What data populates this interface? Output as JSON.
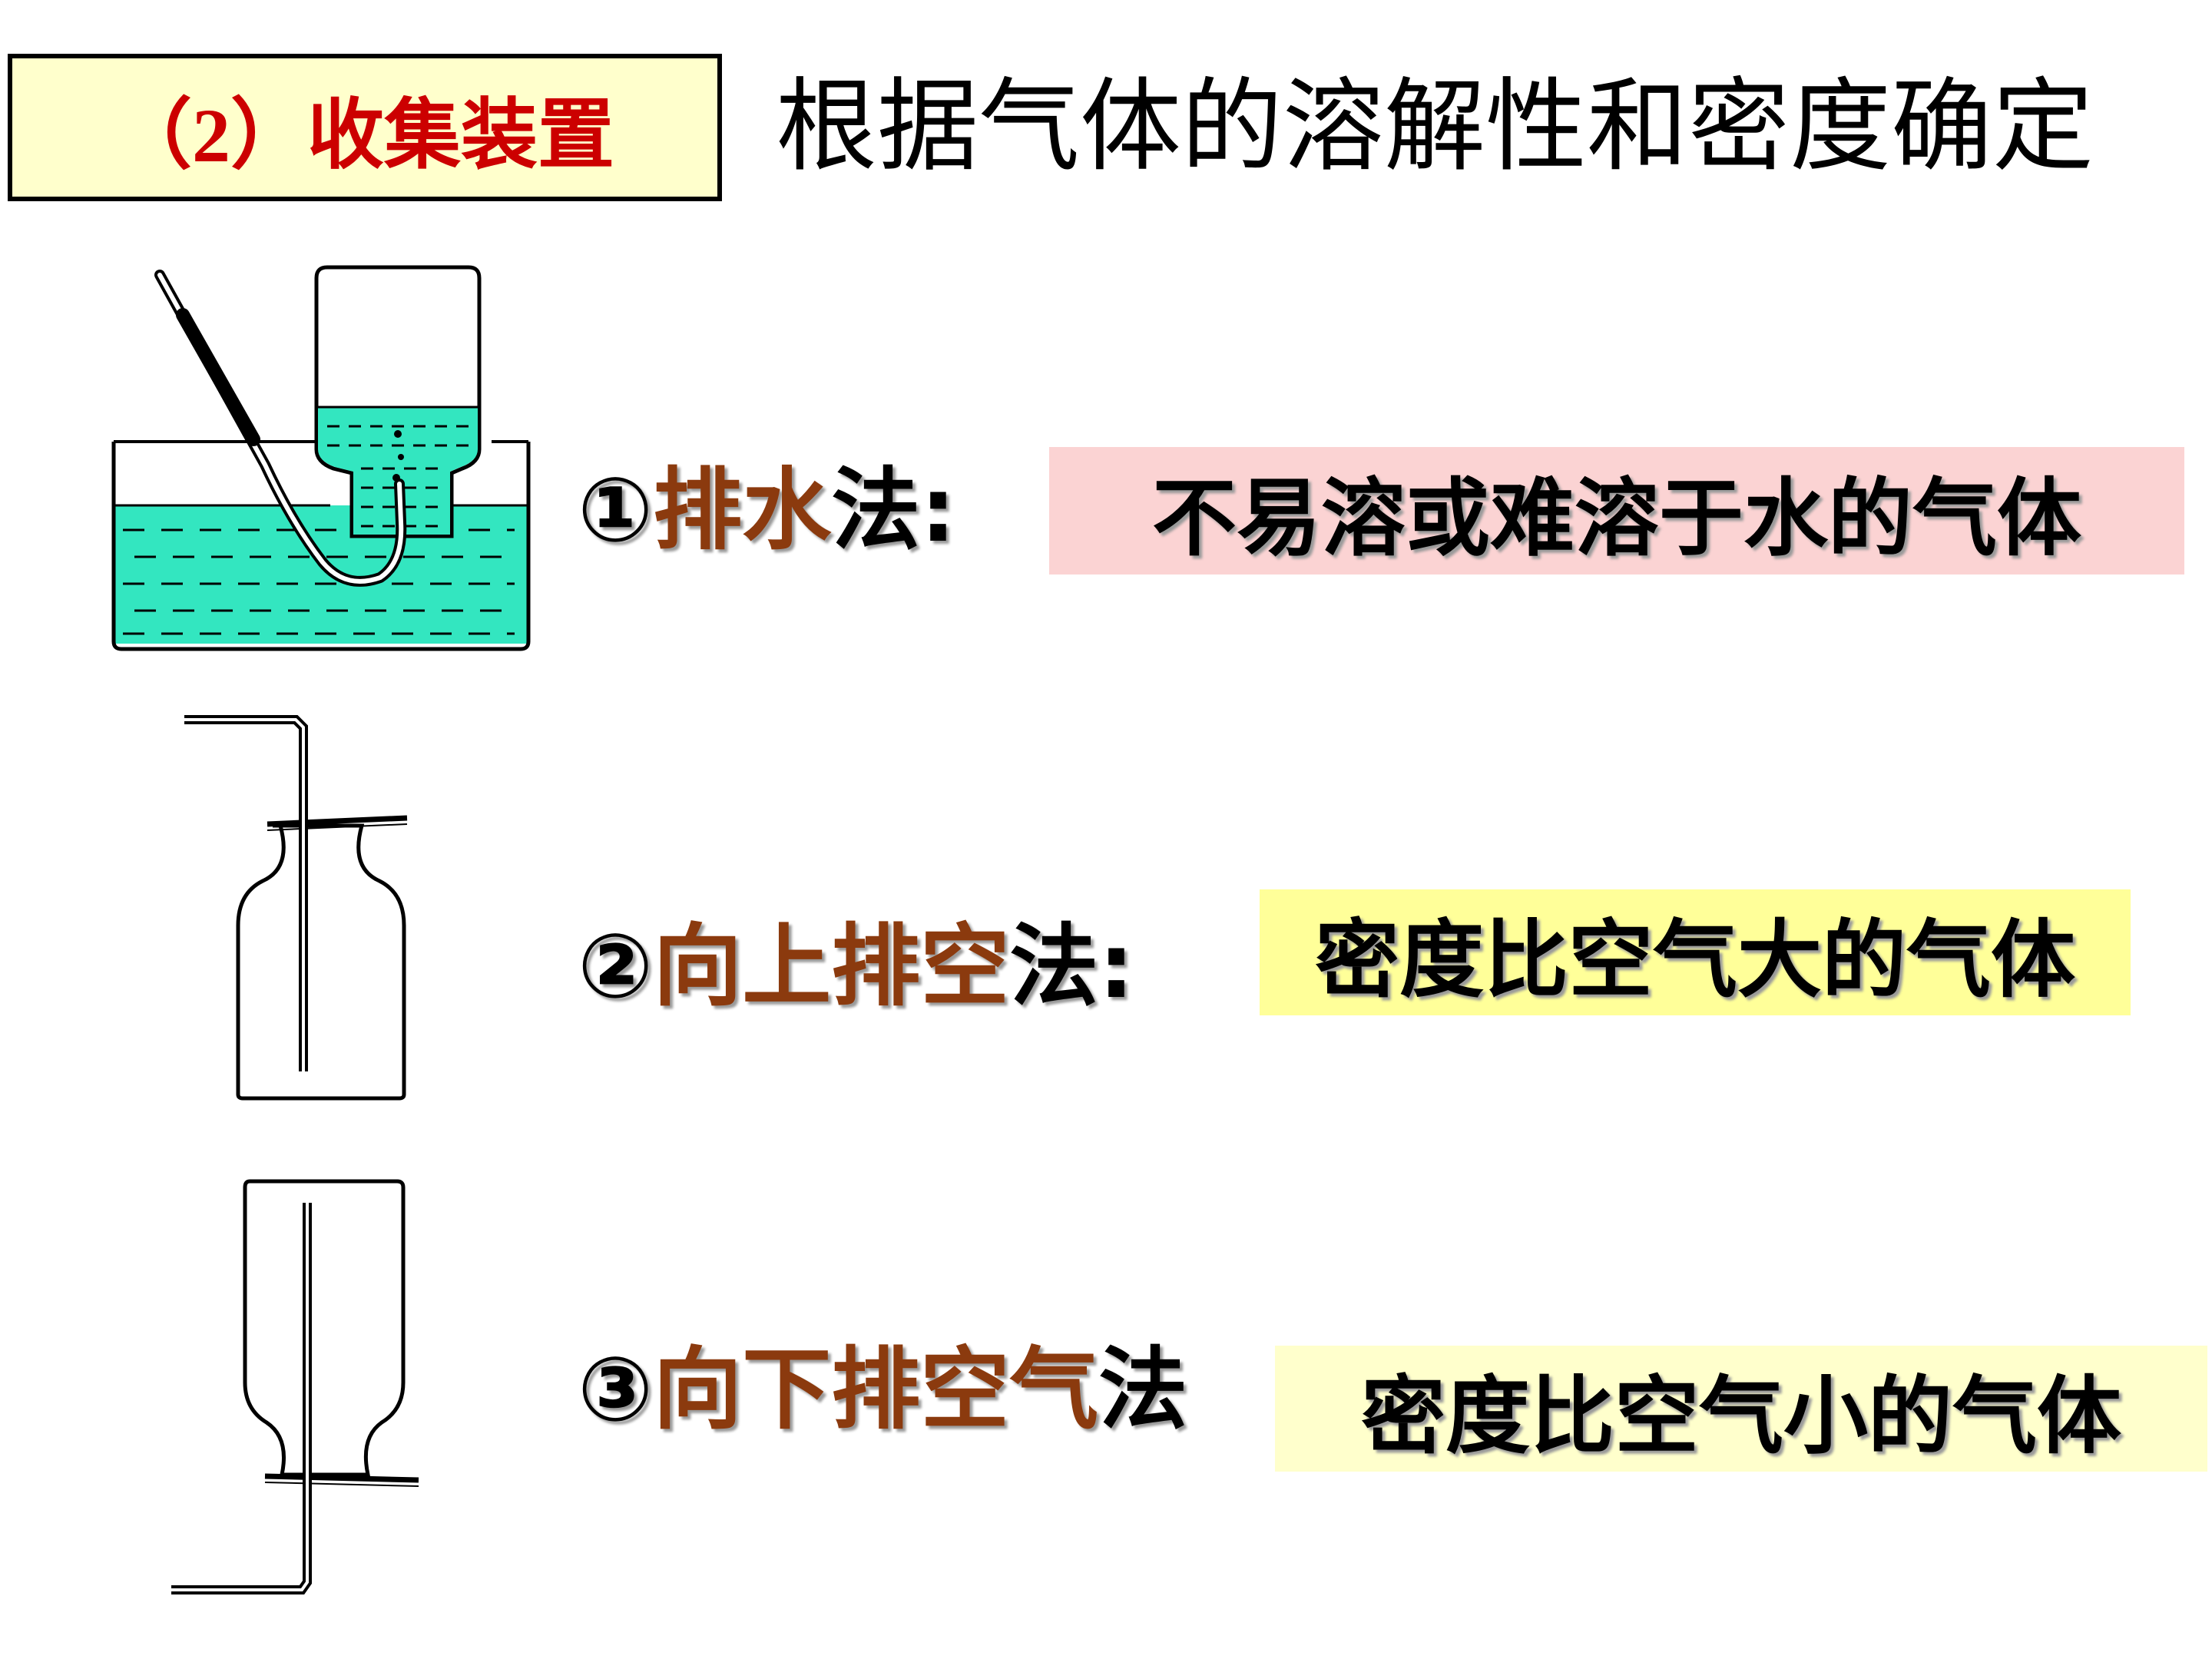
{
  "heading": {
    "label": "（2）收集装置",
    "subtitle": "根据气体的溶解性和密度确定"
  },
  "methods": [
    {
      "number": "①",
      "name_colored": "排水",
      "name_black": "法:",
      "description": "不易溶或难溶于水的气体"
    },
    {
      "number": "②",
      "name_colored": "向上排空",
      "name_black": "法:",
      "description": "密度比空气大的气体"
    },
    {
      "number": "③",
      "name_colored": "向下排空气",
      "name_black": "法",
      "description": "密度比空气小的气体"
    }
  ],
  "colors": {
    "heading_text": "#cc0000",
    "heading_bg": "#ffffcc",
    "method_name": "#8b3a0e",
    "water": "#33e6c0",
    "desc_1_bg": "#fbd3d3",
    "desc_2_bg": "#ffff99",
    "desc_3_bg": "#ffffcc"
  }
}
